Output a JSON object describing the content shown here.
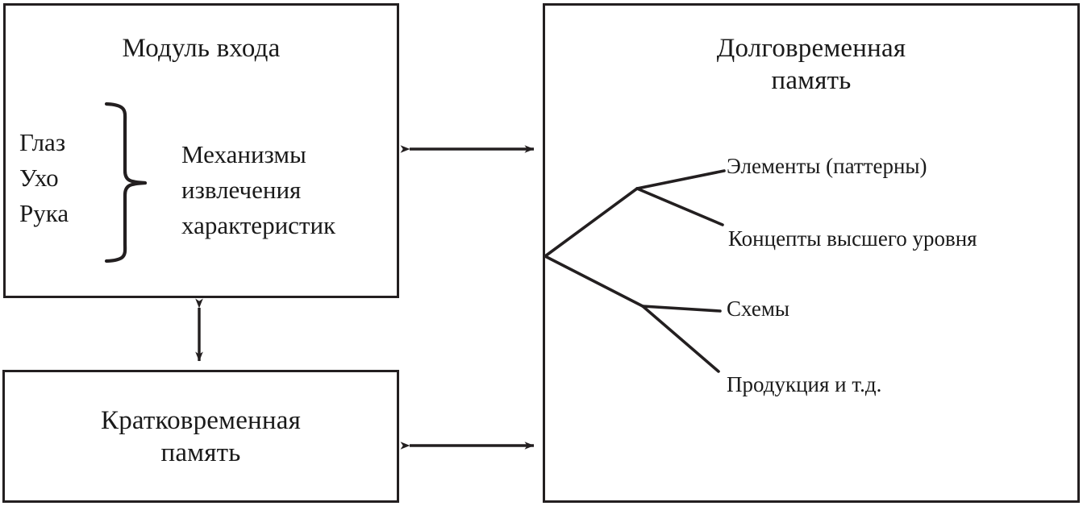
{
  "diagram": {
    "title_internal": "Модель обработки информации: модуль входа, кратковременная и долговременная память",
    "boxes": {
      "input_module": {
        "title": "Модуль входа",
        "sensory_organs": "Глаз\nУхо\nРука",
        "feature_mechanisms": "Механизмы\nизвлечения\nхарактеристик",
        "brace": "right-curly-brace"
      },
      "short_term_memory": {
        "title": "Кратковременная\nпамять"
      },
      "long_term_memory": {
        "title": "Долговременная\nпамять",
        "branches": [
          {
            "label": "Элементы (паттерны)"
          },
          {
            "label": "Концепты высшего уровня"
          },
          {
            "label": "Схемы"
          },
          {
            "label": "Продукция и т.д."
          }
        ]
      }
    },
    "connectors": [
      {
        "name": "input-to-ltm",
        "kind": "double-headed-arrow",
        "orientation": "horizontal"
      },
      {
        "name": "input-to-stm",
        "kind": "double-headed-arrow",
        "orientation": "vertical"
      },
      {
        "name": "stm-to-ltm",
        "kind": "double-headed-arrow",
        "orientation": "horizontal"
      }
    ],
    "colors": {
      "stroke": "#231f20",
      "background": "#ffffff",
      "text": "#1a1a1a"
    }
  }
}
